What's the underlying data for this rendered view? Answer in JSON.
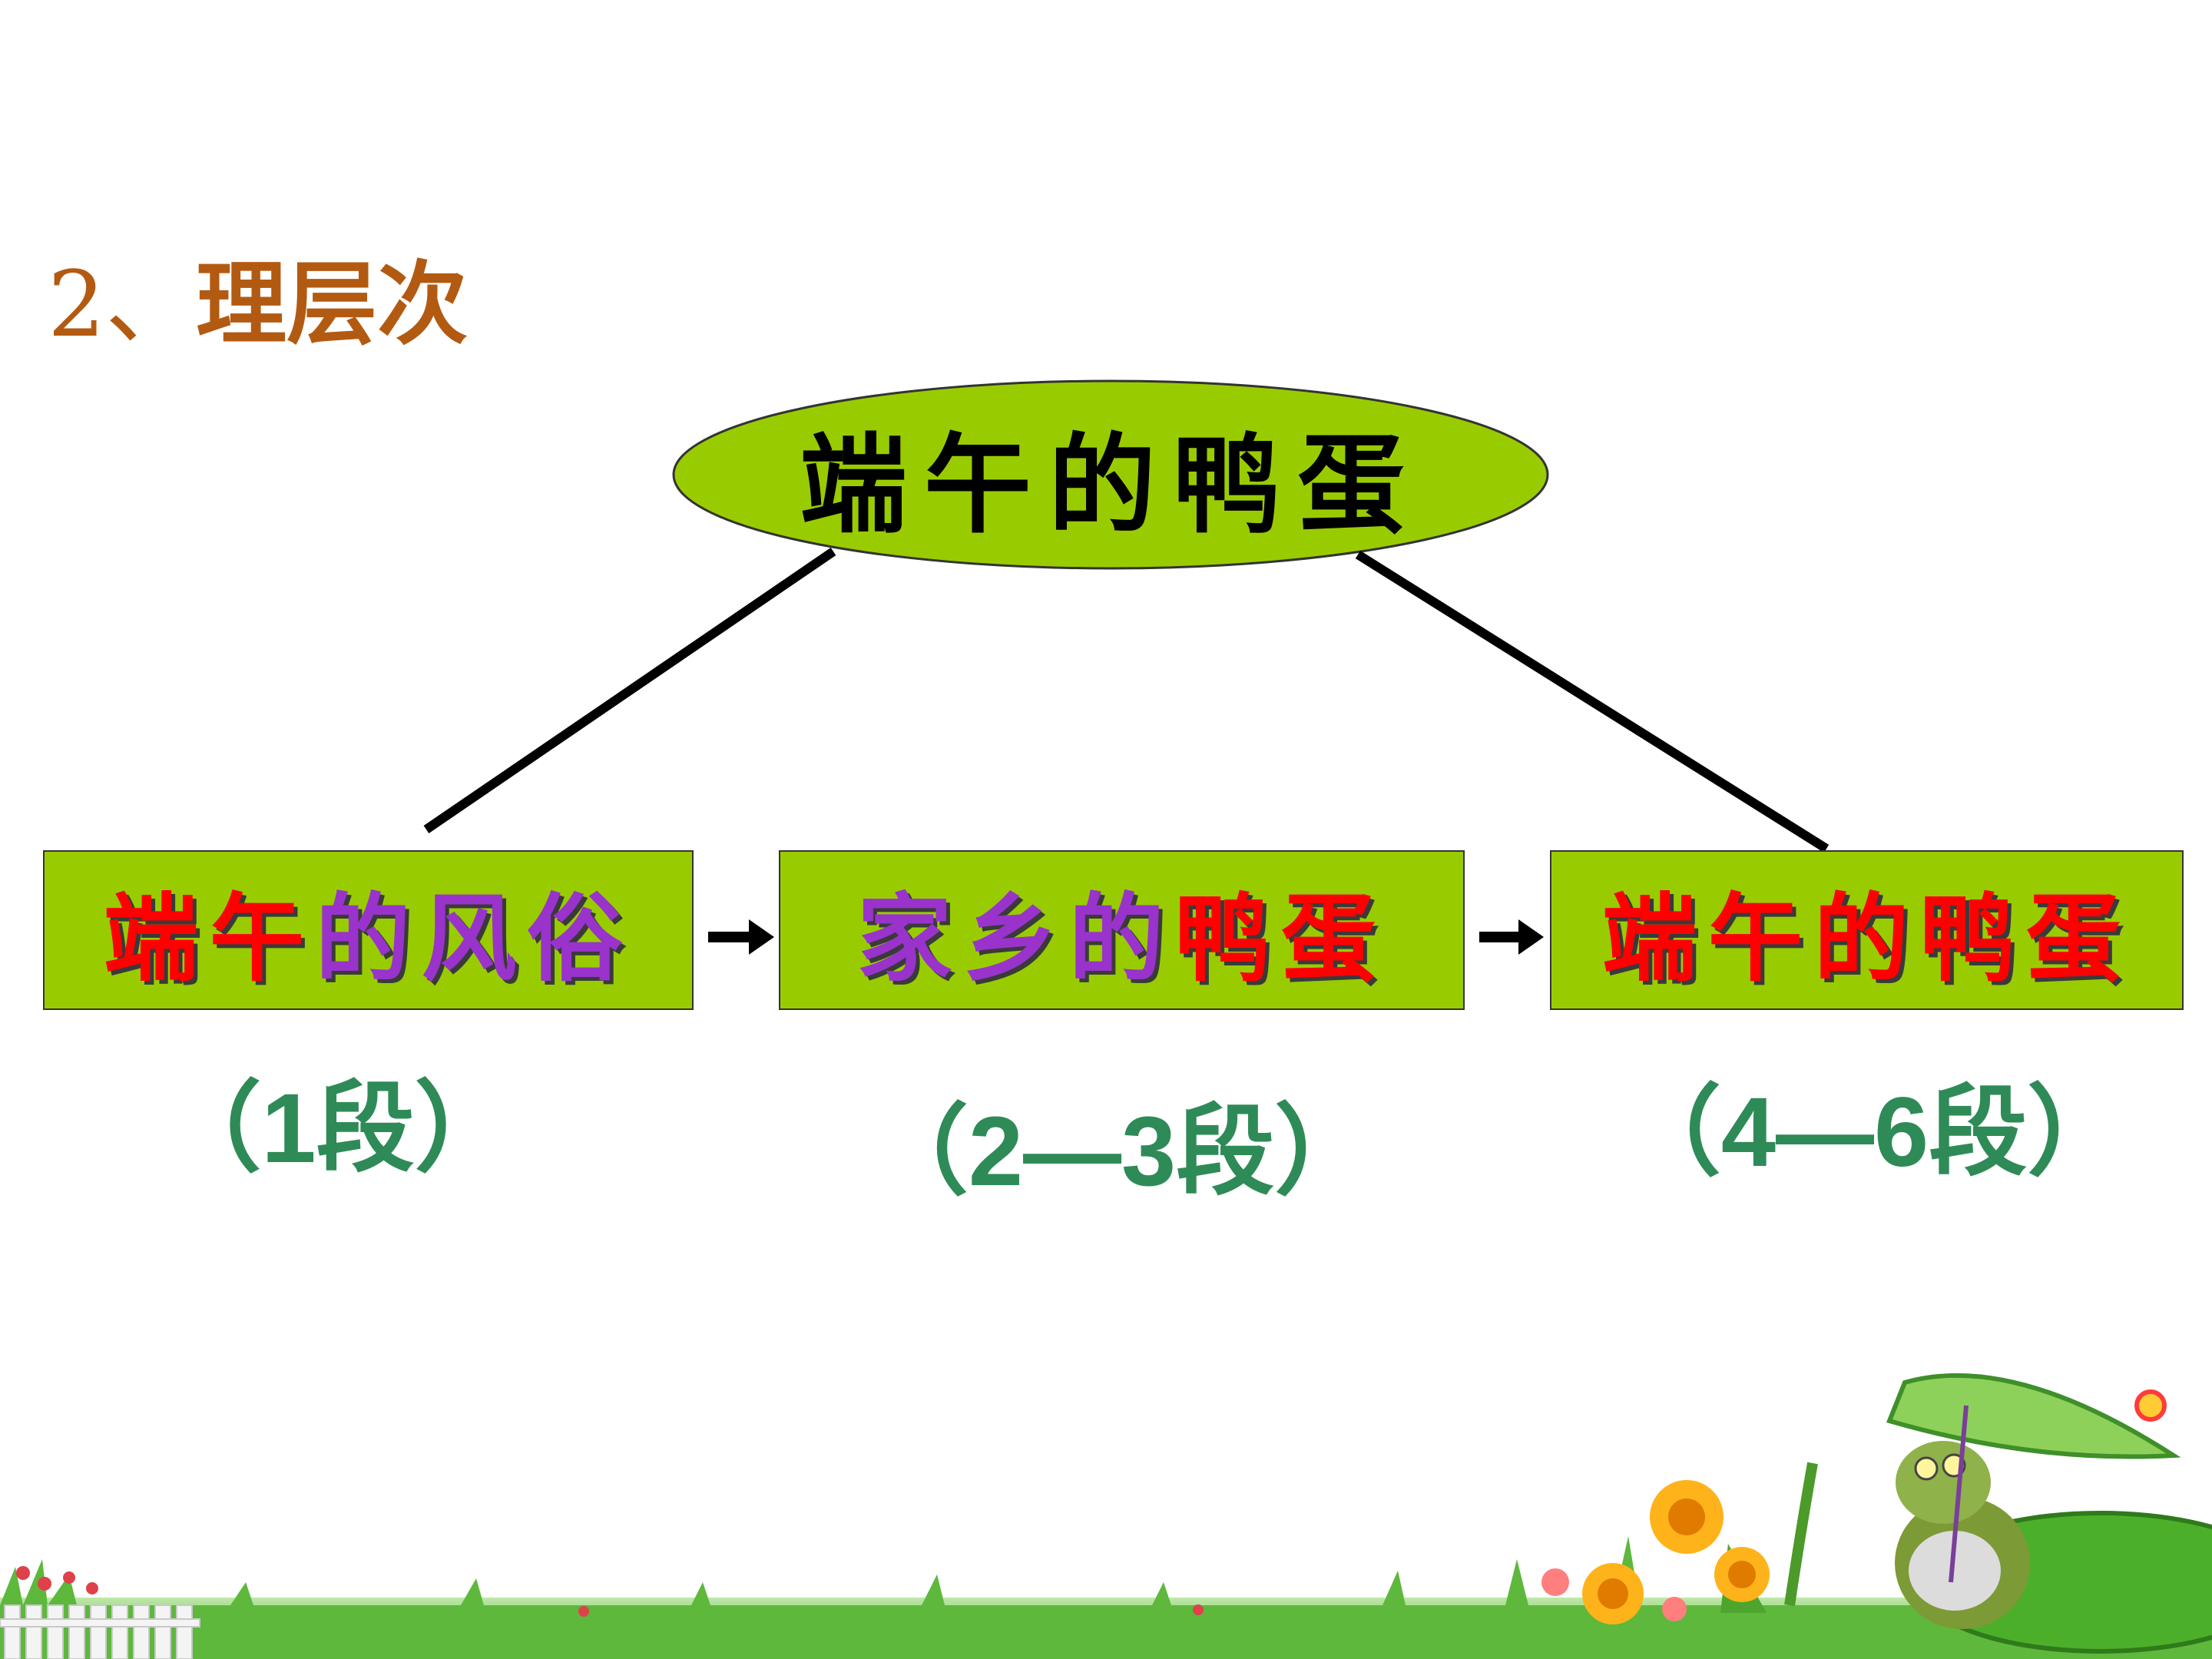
{
  "heading": {
    "number": "2、",
    "title": "理层次"
  },
  "root": {
    "label": "端午的鸭蛋"
  },
  "sections": [
    {
      "parts": [
        {
          "text": "端午",
          "color": "red"
        },
        {
          "text": "的风俗",
          "color": "purple"
        }
      ],
      "paragraphs": "（1段）"
    },
    {
      "parts": [
        {
          "text": "家乡的",
          "color": "purple"
        },
        {
          "text": "鸭蛋",
          "color": "red"
        }
      ],
      "paragraphs": "（2—3段）"
    },
    {
      "parts": [
        {
          "text": "端午的鸭蛋",
          "color": "red"
        }
      ],
      "paragraphs": "（4—6段）"
    }
  ],
  "colors": {
    "node_fill": "#99cc00",
    "accent_red": "#ff0000",
    "accent_purple": "#9933cc",
    "paragraph_green": "#2e8b57",
    "heading_brown": "#b35a12"
  },
  "decoration": {
    "scene": "grass-flowers-frog-with-leaf-umbrella"
  }
}
